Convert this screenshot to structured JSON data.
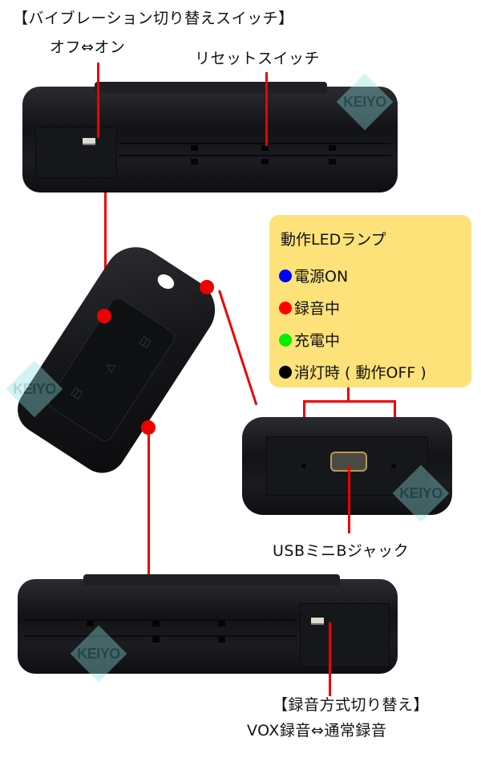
{
  "labels": {
    "vibration_switch_title": "【バイブレーション切り替えスイッチ】",
    "vibration_switch_values": "オフ⇔オン",
    "reset_switch": "リセットスイッチ",
    "usb_jack": "USBミニBジャック",
    "recording_mode_title": "【録音方式切り替え】",
    "recording_mode_values": "VOX録音⇔通常録音"
  },
  "led_legend": {
    "title": "動作LEDランプ",
    "items": [
      {
        "color": "#0000ff",
        "label": "電源ON"
      },
      {
        "color": "#ff0000",
        "label": "録音中"
      },
      {
        "color": "#00ee00",
        "label": "充電中"
      },
      {
        "color": "#000000",
        "label": "消灯時 ( 動作OFF )"
      }
    ],
    "background": "#fde27a"
  },
  "watermark": {
    "text": "KEIYO"
  },
  "colors": {
    "callout_line": "#ee0000"
  }
}
